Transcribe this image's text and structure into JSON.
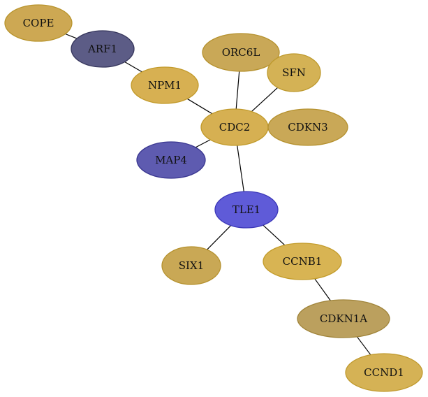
{
  "graph": {
    "type": "network",
    "nodes": [
      {
        "id": "COPE",
        "label": "COPE",
        "fill": "#cda853",
        "stroke": "#b8942c"
      },
      {
        "id": "ARF1",
        "label": "ARF1",
        "fill": "#5c5c86",
        "stroke": "#36365c"
      },
      {
        "id": "NPM1",
        "label": "NPM1",
        "fill": "#d7b052",
        "stroke": "#c29a2a"
      },
      {
        "id": "ORC6L",
        "label": "ORC6L",
        "fill": "#c9a857",
        "stroke": "#b5912e"
      },
      {
        "id": "SFN",
        "label": "SFN",
        "fill": "#d4b255",
        "stroke": "#be9a2e"
      },
      {
        "id": "CDC2",
        "label": "CDC2",
        "fill": "#d6b052",
        "stroke": "#c19a2a"
      },
      {
        "id": "CDKN3",
        "label": "CDKN3",
        "fill": "#c9a857",
        "stroke": "#b5912e"
      },
      {
        "id": "MAP4",
        "label": "MAP4",
        "fill": "#5e5bb0",
        "stroke": "#3a3790"
      },
      {
        "id": "TLE1",
        "label": "TLE1",
        "fill": "#5f5bd8",
        "stroke": "#3c38b8"
      },
      {
        "id": "SIX1",
        "label": "SIX1",
        "fill": "#c9a855",
        "stroke": "#b5912e"
      },
      {
        "id": "CCNB1",
        "label": "CCNB1",
        "fill": "#d8b453",
        "stroke": "#c39c2b"
      },
      {
        "id": "CDKN1A",
        "label": "CDKN1A",
        "fill": "#bba05e",
        "stroke": "#a0843a"
      },
      {
        "id": "CCND1",
        "label": "CCND1",
        "fill": "#d5b255",
        "stroke": "#c09a2e"
      }
    ],
    "edges": [
      {
        "source": "COPE",
        "target": "ARF1"
      },
      {
        "source": "ARF1",
        "target": "NPM1"
      },
      {
        "source": "NPM1",
        "target": "CDC2"
      },
      {
        "source": "ORC6L",
        "target": "CDC2"
      },
      {
        "source": "SFN",
        "target": "CDC2"
      },
      {
        "source": "MAP4",
        "target": "CDC2"
      },
      {
        "source": "CDC2",
        "target": "TLE1"
      },
      {
        "source": "TLE1",
        "target": "SIX1"
      },
      {
        "source": "TLE1",
        "target": "CCNB1"
      },
      {
        "source": "CCNB1",
        "target": "CDKN1A"
      },
      {
        "source": "CDKN1A",
        "target": "CCND1"
      }
    ]
  }
}
